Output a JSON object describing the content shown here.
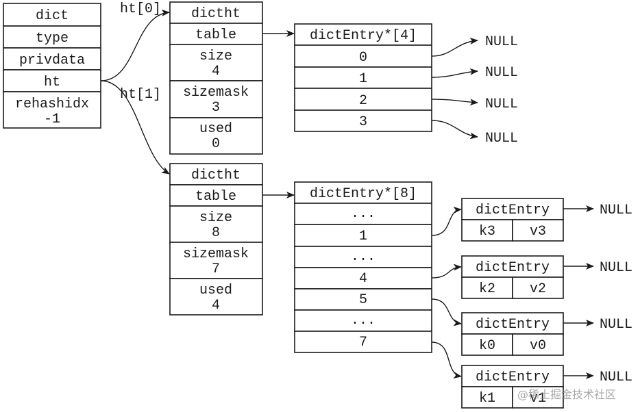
{
  "dict": {
    "title": "dict",
    "type": "type",
    "privdata": "privdata",
    "ht": "ht",
    "rehashidx": "rehashidx",
    "rehashidx_value": "-1"
  },
  "ht_labels": [
    "ht[0]",
    "ht[1]"
  ],
  "ht0": {
    "title": "dictht",
    "table": "table",
    "size": "size",
    "size_value": "4",
    "sizemask": "sizemask",
    "sizemask_value": "3",
    "used": "used",
    "used_value": "0"
  },
  "ht1": {
    "title": "dictht",
    "table": "table",
    "size": "size",
    "size_value": "8",
    "sizemask": "sizemask",
    "sizemask_value": "7",
    "used": "used",
    "used_value": "4"
  },
  "table0": {
    "title": "dictEntry*[4]",
    "slots": [
      "0",
      "1",
      "2",
      "3"
    ]
  },
  "table1": {
    "title": "dictEntry*[8]",
    "slots": [
      "...",
      "1",
      "...",
      "4",
      "5",
      "...",
      "7"
    ]
  },
  "entries": [
    {
      "title": "dictEntry",
      "key": "k3",
      "value": "v3"
    },
    {
      "title": "dictEntry",
      "key": "k2",
      "value": "v2"
    },
    {
      "title": "dictEntry",
      "key": "k0",
      "value": "v0"
    },
    {
      "title": "dictEntry",
      "key": "k1",
      "value": "v1"
    }
  ],
  "null_label": "NULL",
  "watermark": "@稀土掘金技术社区"
}
